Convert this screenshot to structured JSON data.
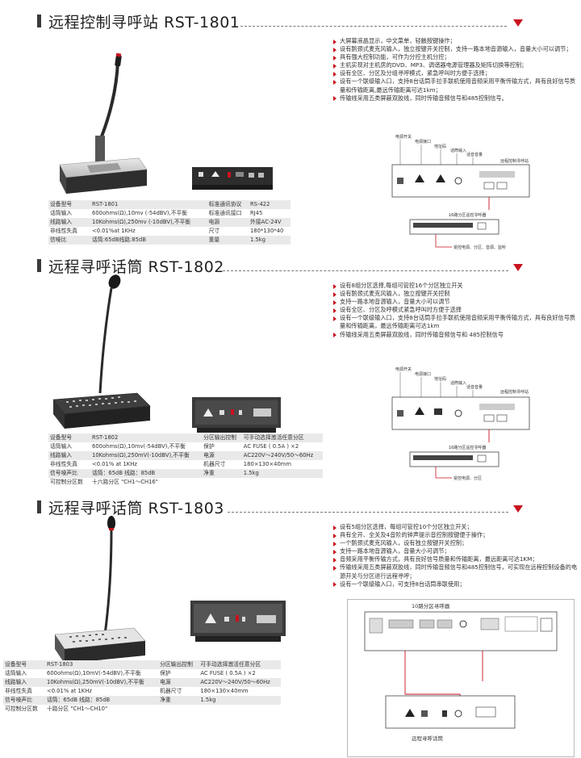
{
  "sections": [
    {
      "title": "远程控制寻呼站 RST-1801",
      "features": [
        "大屏幕液晶显示，中文菜单，轻触按键操作；",
        "设有鹅颈式麦克风输入，独立按键开关控制，支持一路本地音源输入，音量大小可以调节；",
        "具有强大控制功能，可作为分控主机分控；",
        "主机实现对主机房的DVD、MP3、调谐器电源管理器及矩阵切换等控制；",
        "设有全区、分区及分组寻呼模式，紧急呼叫时方便于选择；",
        "设有一个联级输入口，支持8台话筒手拉手联机使用音频采用平衡传输方式，具有良好信号质量和传输距离,最远传输距离可达1km；",
        "传输线采用五类屏蔽双胶线，同时传输音频信号和485控制信号。"
      ],
      "specs": [
        [
          "设备型号",
          "RST-1801",
          "标准通讯协议",
          "RS-422"
        ],
        [
          "话筒输入",
          "600ohms(Ω),10mv (-54dBV),不平衡",
          "标准通讯接口",
          "RJ45"
        ],
        [
          "线路输入",
          "10Kohms(Ω),250mv (-10dBV),不平衡",
          "电源",
          "外接AC-24V"
        ],
        [
          "非线性失真",
          "<0.01%at 1KHz",
          "尺寸",
          "180*130*40"
        ],
        [
          "信噪比",
          "话筒:65dB线路:85dB",
          "重量",
          "1.5kg"
        ]
      ],
      "diagram": {
        "labels": [
          "电源开关",
          "电源接口",
          "地址码",
          "话筒输入",
          "话音音量",
          "远程控制寻呼站",
          "16路分区遥控寻呼器",
          "受控电源、分区、音源、监听"
        ]
      }
    },
    {
      "title": "远程寻呼话筒 RST-1802",
      "features": [
        "设有8组分区选择,每组可管控16个分区独立开关",
        "设有鹅颈式麦克风输入，独立按键开关控制",
        "支持一路本地音源输入，音量大小可以调节",
        "设有全区、分区及呼模式紧急呼叫时方便于选择",
        "设有一个联级输入口，支持8台话筒手拉手联机使用音频采用平衡传输方式，具有良好信号质量和传输距离，最远传输距离可达1km",
        "传输线采用五类屏蔽双胶线，同时传输音频信号和 485控制信号"
      ],
      "specs": [
        [
          "设备型号",
          "RST-1802",
          "分区输出控制",
          "可手动选择激活任意分区"
        ],
        [
          "话筒输入",
          "600ohms(Ω),10mv(-54dBV),不平衡",
          "保护",
          "AC  FUSE ( 0.5A ) ×2"
        ],
        [
          "线路输入",
          "10Kohms(Ω),250mV(-10dBV),不平衡",
          "电源",
          "AC220V～240V/50～60Hz"
        ],
        [
          "非线性失真",
          "<0.01% at 1KHz",
          "机器尺寸",
          "180×130×40mm"
        ],
        [
          "信号噪声比",
          "话筒：65dB  线路：85dB",
          "净重",
          "1.5kg"
        ],
        [
          "可控制分区数",
          "十六路分区 \"CH1～CH16\"",
          "",
          ""
        ]
      ],
      "diagram": {
        "labels": [
          "电源开关",
          "电源接口",
          "地址码",
          "话筒输入",
          "话音音量",
          "远程控制寻呼站",
          "16路分区遥控寻呼器",
          "受控电源、分区"
        ]
      }
    },
    {
      "title": "远程寻呼话筒 RST-1803",
      "features": [
        "设有5组分区选择，每组可管控10个分区独立开关；",
        "具有全开、全关及4音阶的钟声提示音控制按键便于操作；",
        "一个鹅颈式麦克风输入，设有独立按键开关控制；",
        "支持一路本地音源输入，音量大小可调节；",
        "音频采用平衡传输方式，具有良好信号质量和传输距离，最远距离可达1KM；",
        "传输线采用五类屏蔽双胶线，同时传输音频信号和485控制信号，可实现在远程控制设备的电源开关与分区进行远程寻呼；",
        "设有一个联级输入口，可支持8台话筒串联使用；"
      ],
      "specs": [
        [
          "设备型号",
          "RST-1803",
          "分区输出控制",
          "可手动选择激活任意分区"
        ],
        [
          "话筒输入",
          "600ohms(Ω),10mV(-54dBV),不平衡",
          "保护",
          "AC  FUSE ( 0.5A ) ×2"
        ],
        [
          "线路输入",
          "10Kohms(Ω),250mV(-10dBV),不平衡",
          "电源",
          "AC220V～240V/50～60Hz"
        ],
        [
          "非线性失真",
          "<0.01% at 1KHz",
          "机器尺寸",
          "180×130×40mm"
        ],
        [
          "信号噪声比",
          "话筒：65dB  线路：85dB",
          "净重",
          "1.5kg"
        ],
        [
          "可控制分区数",
          "十路分区 \"CH1～CH10\"",
          "",
          ""
        ]
      ],
      "diagram": {
        "labels": [
          "10路分区寻呼器",
          "远程寻呼话筒"
        ]
      }
    }
  ],
  "colors": {
    "accent": "#c8121e",
    "bar": "#3a3a3a",
    "row_shade": "#e9e9e9"
  }
}
